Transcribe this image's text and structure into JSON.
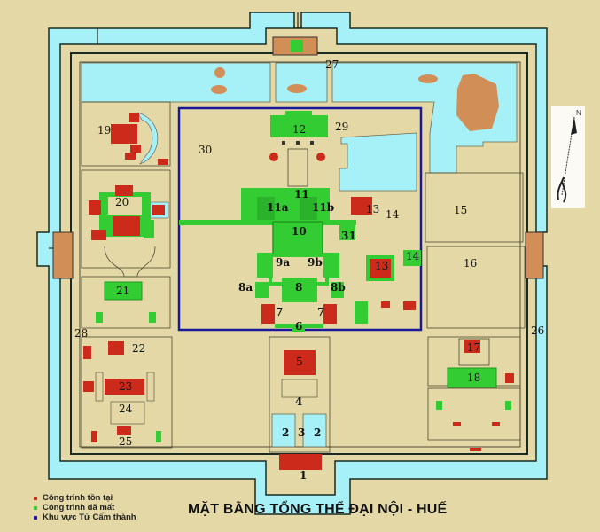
{
  "title": "MẶT BẰNG TỔNG THỂ ĐẠI NỘI - HUẾ",
  "legend": [
    {
      "label": "Công trình tồn tại",
      "color": "#cc2a1a"
    },
    {
      "label": "Công trình đã mất",
      "color": "#33cc33"
    },
    {
      "label": "Khu vực Tử Cấm thành",
      "color": "#1a1a99"
    }
  ],
  "compass": {
    "label": "N"
  },
  "colors": {
    "ground": "#e3d8a6",
    "water": "#a6f0f7",
    "existing": "#cc2a1a",
    "lost": "#33cc33",
    "forbidden_city_border": "#1a1a99",
    "gate": "#d18e57"
  },
  "labels": {
    "n1": "1",
    "n2a": "2",
    "n3": "3",
    "n2b": "2",
    "n4": "4",
    "n5": "5",
    "n6": "6",
    "n7a": "7",
    "n7b": "7",
    "n8": "8",
    "n8a": "8a",
    "n8b": "8b",
    "n9a": "9a",
    "n9b": "9b",
    "n10": "10",
    "n11": "11",
    "n11a": "11a",
    "n11b": "11b",
    "n12": "12",
    "n13a": "13",
    "n13b": "13",
    "n14a": "14",
    "n14b": "14",
    "n15": "15",
    "n16": "16",
    "n17": "17",
    "n18": "18",
    "n19": "19",
    "n20": "20",
    "n21": "21",
    "n22": "22",
    "n23": "23",
    "n24": "24",
    "n25": "25",
    "n26": "26",
    "n27": "27",
    "n28": "28",
    "n29": "29",
    "n30": "30",
    "n31": "31"
  }
}
